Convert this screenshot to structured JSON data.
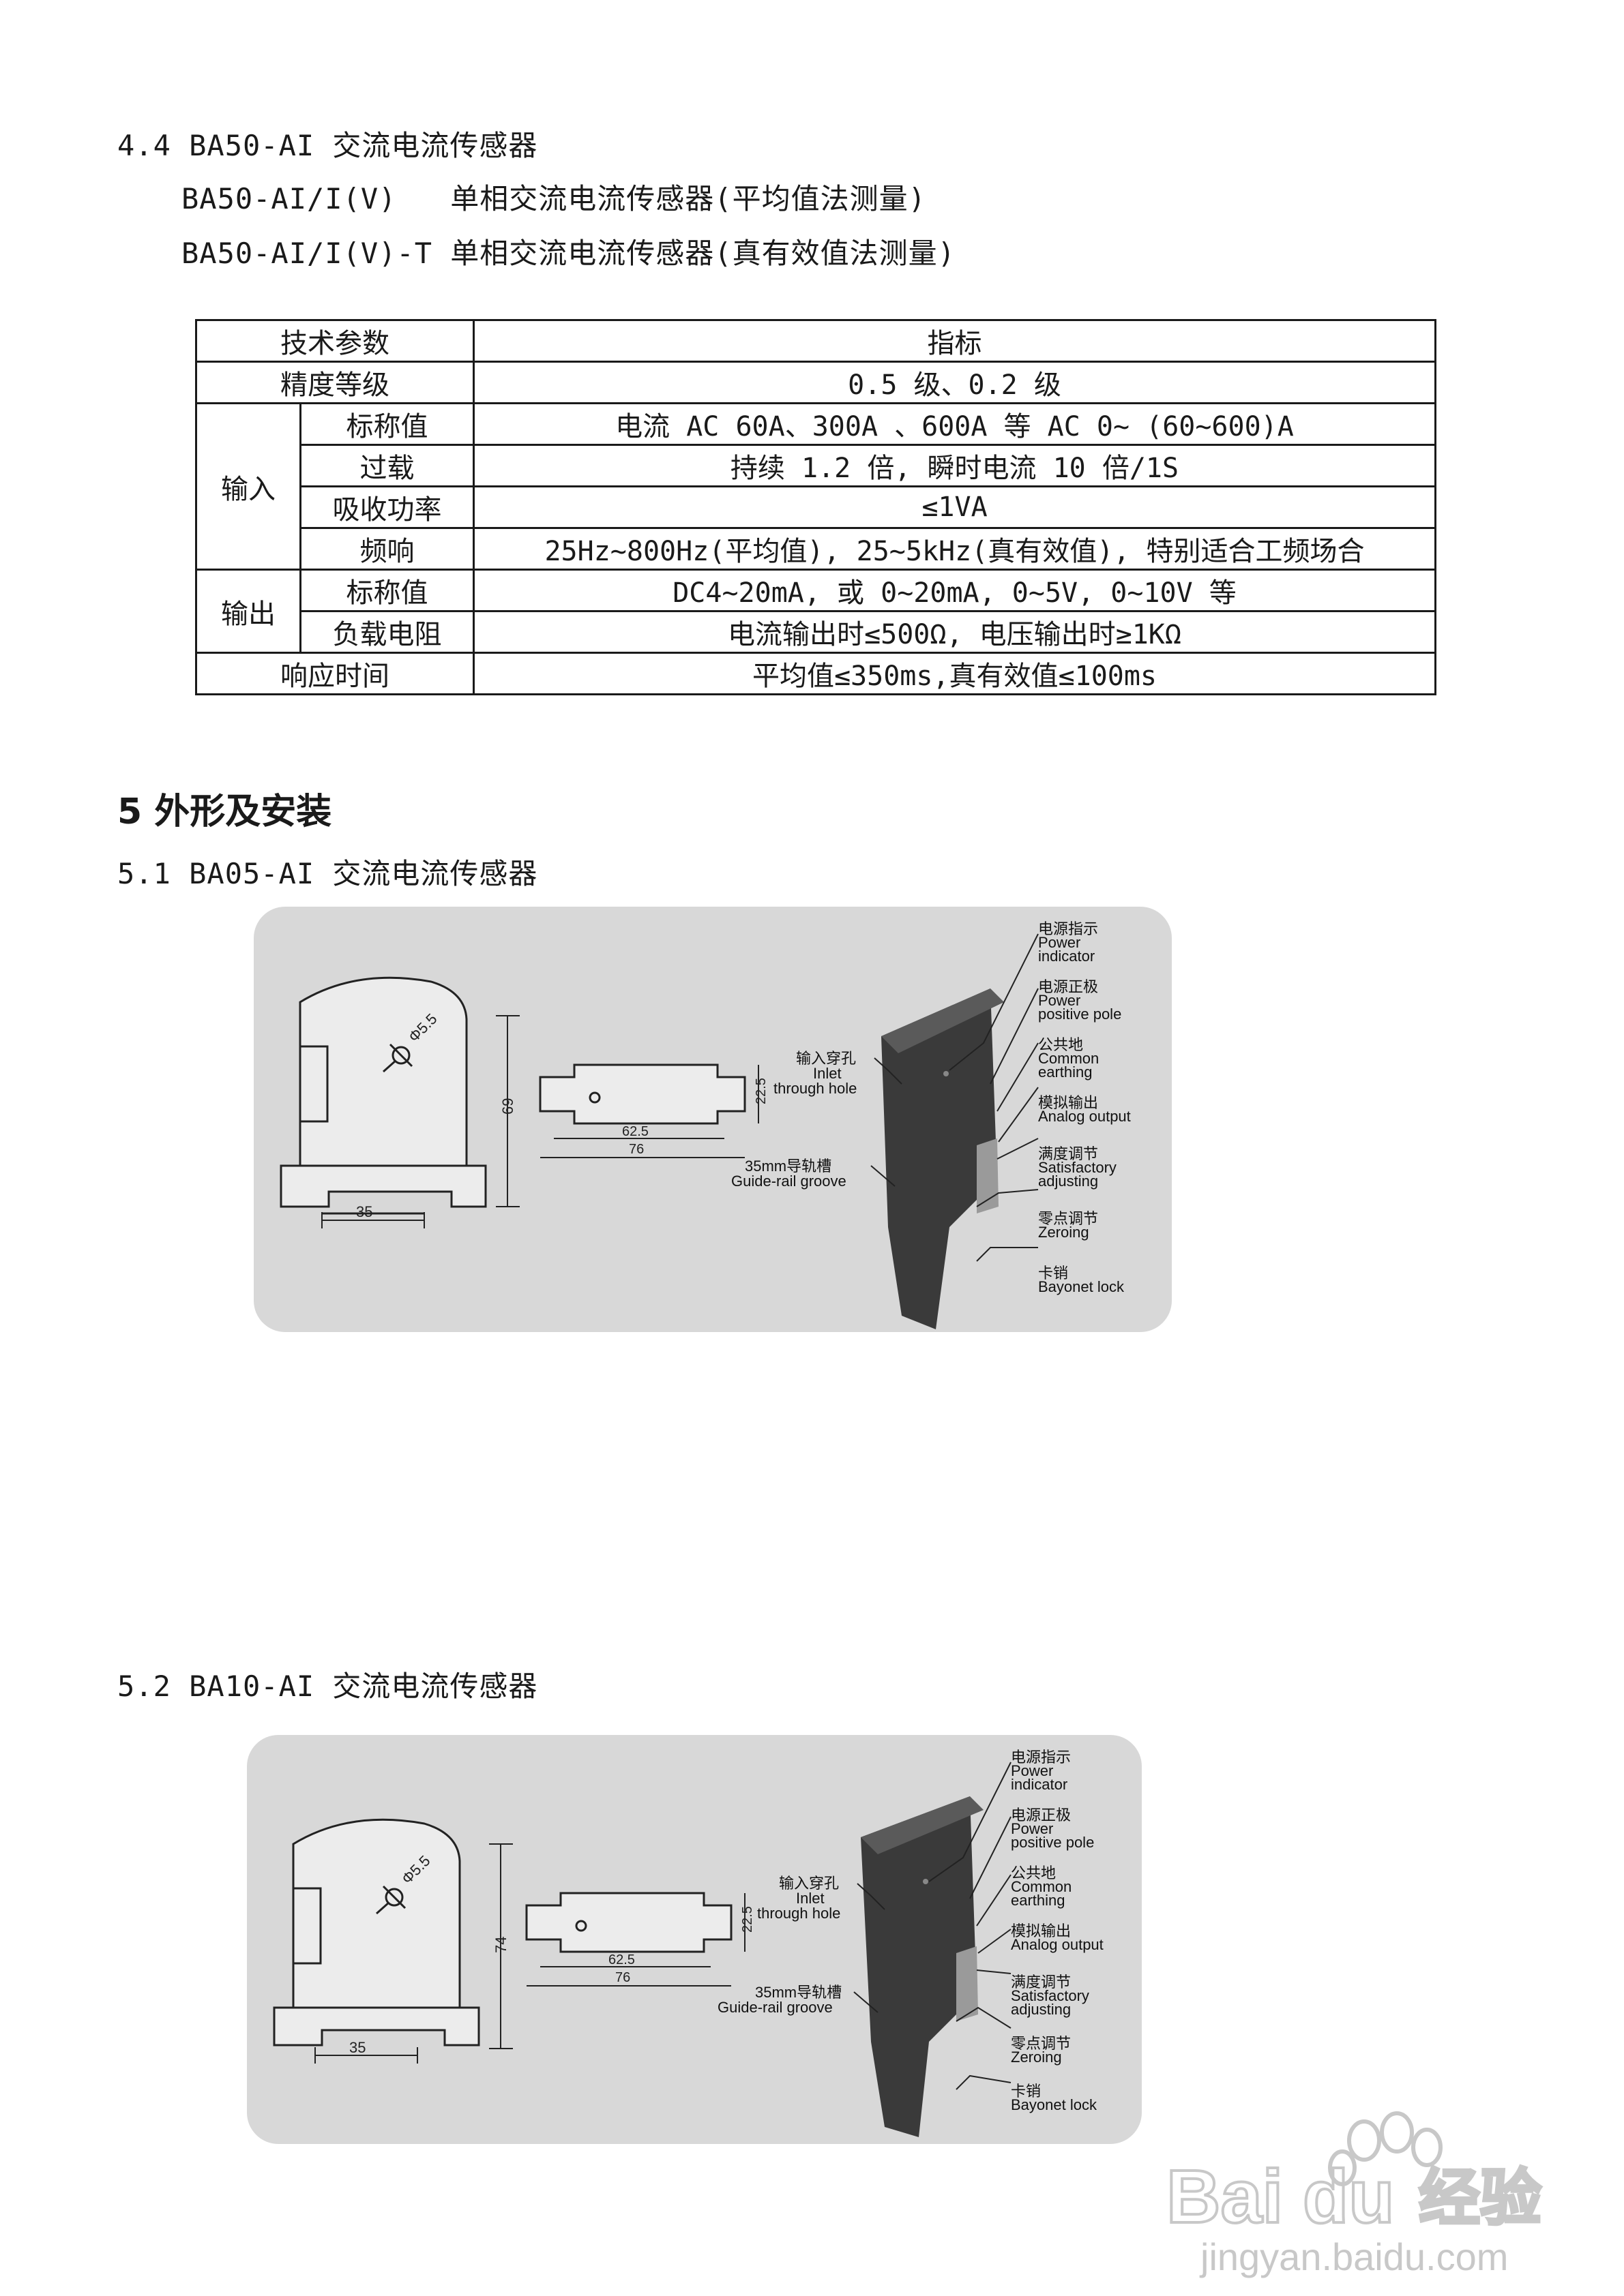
{
  "section44": {
    "title": "4.4 BA50-AI 交流电流传感器",
    "line1": "BA50-AI/I(V)   单相交流电流传感器(平均值法测量)",
    "line2": "BA50-AI/I(V)-T 单相交流电流传感器(真有效值法测量)"
  },
  "table": {
    "header": [
      "技术参数",
      "指标"
    ],
    "accuracy": {
      "label": "精度等级",
      "value": "0.5 级、0.2 级"
    },
    "input": {
      "group": "输入",
      "rows": [
        {
          "label": "标称值",
          "value": "电流 AC 60A、300A 、600A 等 AC 0~ (60~600)A"
        },
        {
          "label": "过载",
          "value": "持续 1.2 倍, 瞬时电流 10 倍/1S"
        },
        {
          "label": "吸收功率",
          "value": "≤1VA"
        },
        {
          "label": "频响",
          "value": "25Hz~800Hz(平均值), 25~5kHz(真有效值), 特别适合工频场合"
        }
      ]
    },
    "output": {
      "group": "输出",
      "rows": [
        {
          "label": "标称值",
          "value": "DC4~20mA, 或 0~20mA, 0~5V, 0~10V 等"
        },
        {
          "label": "负载电阻",
          "value": "电流输出时≤500Ω, 电压输出时≥1KΩ"
        }
      ]
    },
    "response": {
      "label": "响应时间",
      "value": "平均值≤350ms,真有效值≤100ms"
    }
  },
  "section5": {
    "title": "5 外形及安装"
  },
  "section51": {
    "title": "5.1 BA05-AI 交流电流传感器"
  },
  "section52": {
    "title": "5.2 BA10-AI 交流电流传感器"
  },
  "diagram1": {
    "height_dim": "69",
    "inner_dim": "62.5",
    "outer_dim": "76",
    "side_dim": "22.5",
    "base_dim": "35",
    "hole_dim": "Φ5.5"
  },
  "diagram2": {
    "height_dim": "74",
    "inner_dim": "62.5",
    "outer_dim": "76",
    "side_dim": "22.5",
    "base_dim": "35",
    "hole_dim": "Φ5.5"
  },
  "callouts": {
    "inlet_cn": "输入穿孔",
    "inlet_en1": "Inlet",
    "inlet_en2": "through hole",
    "rail_cn": "35mm导轨槽",
    "rail_en": "Guide-rail groove",
    "power_ind_cn": "电源指示",
    "power_ind_en1": "Power",
    "power_ind_en2": "indicator",
    "power_pos_cn": "电源正极",
    "power_pos_en1": "Power",
    "power_pos_en2": "positive pole",
    "common_cn": "公共地",
    "common_en1": "Common",
    "common_en2": "earthing",
    "analog_cn": "模拟输出",
    "analog_en": "Analog output",
    "full_cn": "满度调节",
    "full_en1": "Satisfactory",
    "full_en2": "adjusting",
    "zero_cn": "零点调节",
    "zero_en": "Zeroing",
    "lock_cn": "卡销",
    "lock_en": "Bayonet lock"
  },
  "watermark": {
    "brand_left": "Bai",
    "brand_right": "du",
    "brand_cn": "经验",
    "url": "jingyan.baidu.com"
  }
}
